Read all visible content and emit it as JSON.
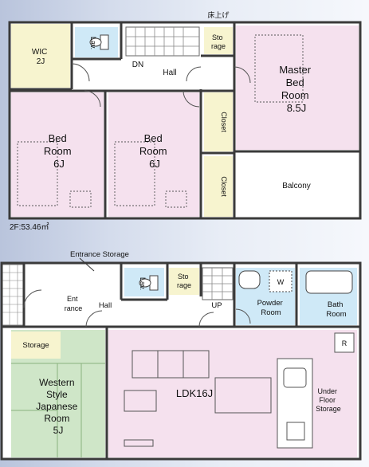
{
  "upper_floor": {
    "area_label": "2F:53.46㎡",
    "floor_raise_note": "床上げ",
    "rooms": {
      "wic": [
        "WIC",
        "2J"
      ],
      "lav": "Lav.",
      "storage": [
        "Sto",
        "rage"
      ],
      "dn": "DN",
      "hall": "Hall",
      "master": [
        "Master",
        "Bed",
        "Room",
        "8.5J"
      ],
      "bed1": [
        "Bed",
        "Room",
        "6J"
      ],
      "bed2": [
        "Bed",
        "Room",
        "6J"
      ],
      "closet1": "Closet",
      "closet2": "Closet",
      "balcony": "Balcony"
    }
  },
  "lower_floor": {
    "entrance_storage": "Entrance Storage",
    "rooms": {
      "entrance": [
        "Ent",
        "rance"
      ],
      "hall": "Hall",
      "lav": "Lav.",
      "storage": [
        "Sto",
        "rage"
      ],
      "up": "UP",
      "washer": "W",
      "powder": [
        "Powder",
        "Room"
      ],
      "bath": [
        "Bath",
        "Room"
      ],
      "storage2": "Storage",
      "japanese": [
        "Western",
        "Style",
        "Japanese",
        "Room",
        "5J"
      ],
      "ldk": "LDK16J",
      "fridge": "R",
      "under_floor": [
        "Under",
        "Floor",
        "Storage"
      ]
    }
  },
  "colors": {
    "pink": "#f5e1ee",
    "blue": "#cfe9f7",
    "yellow": "#f7f4cf",
    "green": "#cfe6c8",
    "white": "#ffffff",
    "wall": "#3a3a3a"
  }
}
